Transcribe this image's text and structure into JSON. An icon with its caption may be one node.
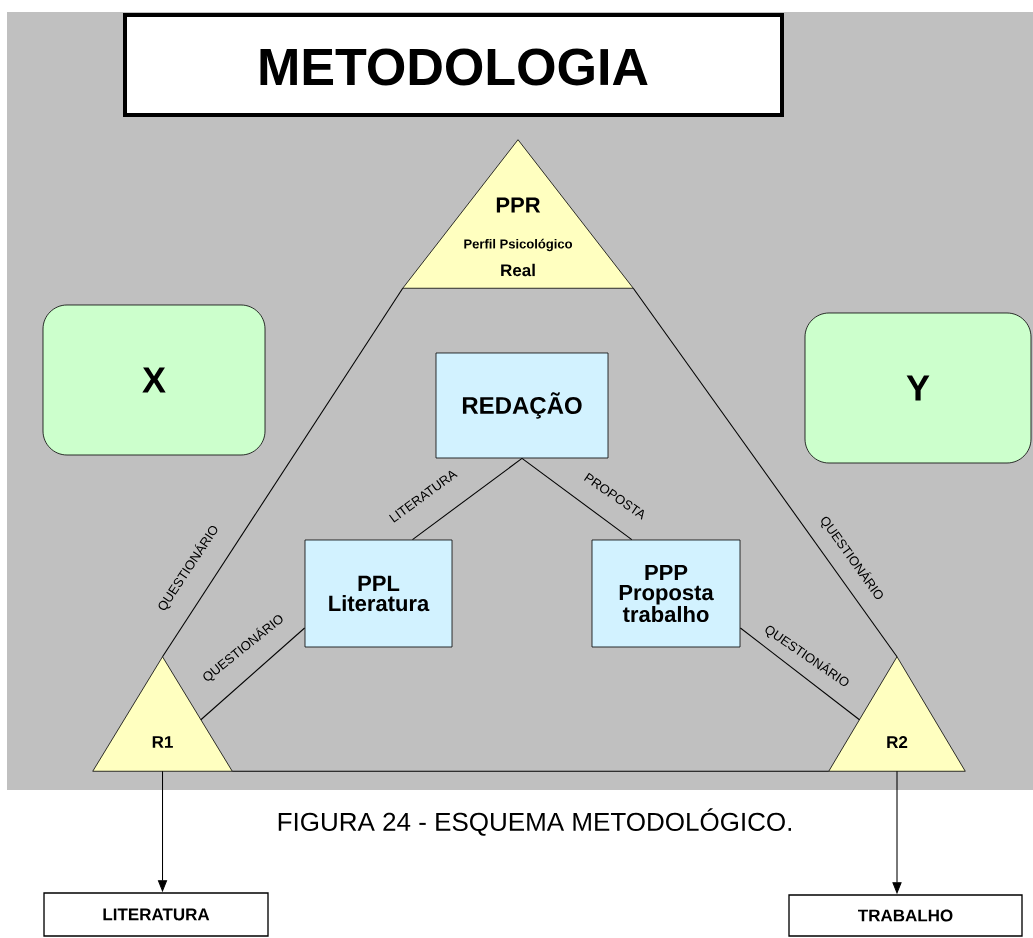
{
  "diagram": {
    "title": "METODOLOGIA",
    "caption": "FIGURA 24 - ESQUEMA METODOLÓGICO.",
    "nodes": [
      {
        "text": [
          "PPR",
          "Perfil Psicológico",
          "Real"
        ]
      },
      {
        "text": [
          "X"
        ]
      },
      {
        "text": [
          "REDAÇÃO"
        ]
      },
      {
        "text": [
          "Y"
        ]
      },
      {
        "text": [
          "PPL",
          "Literatura"
        ]
      },
      {
        "text": [
          "PPP",
          "Proposta trabalho"
        ]
      },
      {
        "text": [
          "R1"
        ]
      },
      {
        "text": [
          "R2"
        ]
      },
      {
        "text": [
          "LITERATURA"
        ]
      },
      {
        "text": [
          "TRABALHO"
        ]
      }
    ],
    "edges": [
      {
        "from": 6,
        "to": 0,
        "arrow": "none",
        "label": "QUESTIONÁRIO"
      },
      {
        "from": 7,
        "to": 0,
        "arrow": "none",
        "label": "QUESTIONÁRIO"
      },
      {
        "from": 6,
        "to": 7,
        "arrow": "none"
      },
      {
        "from": 6,
        "to": 4,
        "arrow": "none",
        "label": "QUESTIONÁRIO"
      },
      {
        "from": 7,
        "to": 5,
        "arrow": "none",
        "label": "QUESTIONÁRIO"
      },
      {
        "from": 2,
        "to": 4,
        "arrow": "none",
        "label": "LITERATURA"
      },
      {
        "from": 2,
        "to": 5,
        "arrow": "none",
        "label": "PROPOSTA"
      },
      {
        "from": 6,
        "to": 8,
        "arrow": "to"
      },
      {
        "from": 7,
        "to": 9,
        "arrow": "to"
      }
    ]
  }
}
